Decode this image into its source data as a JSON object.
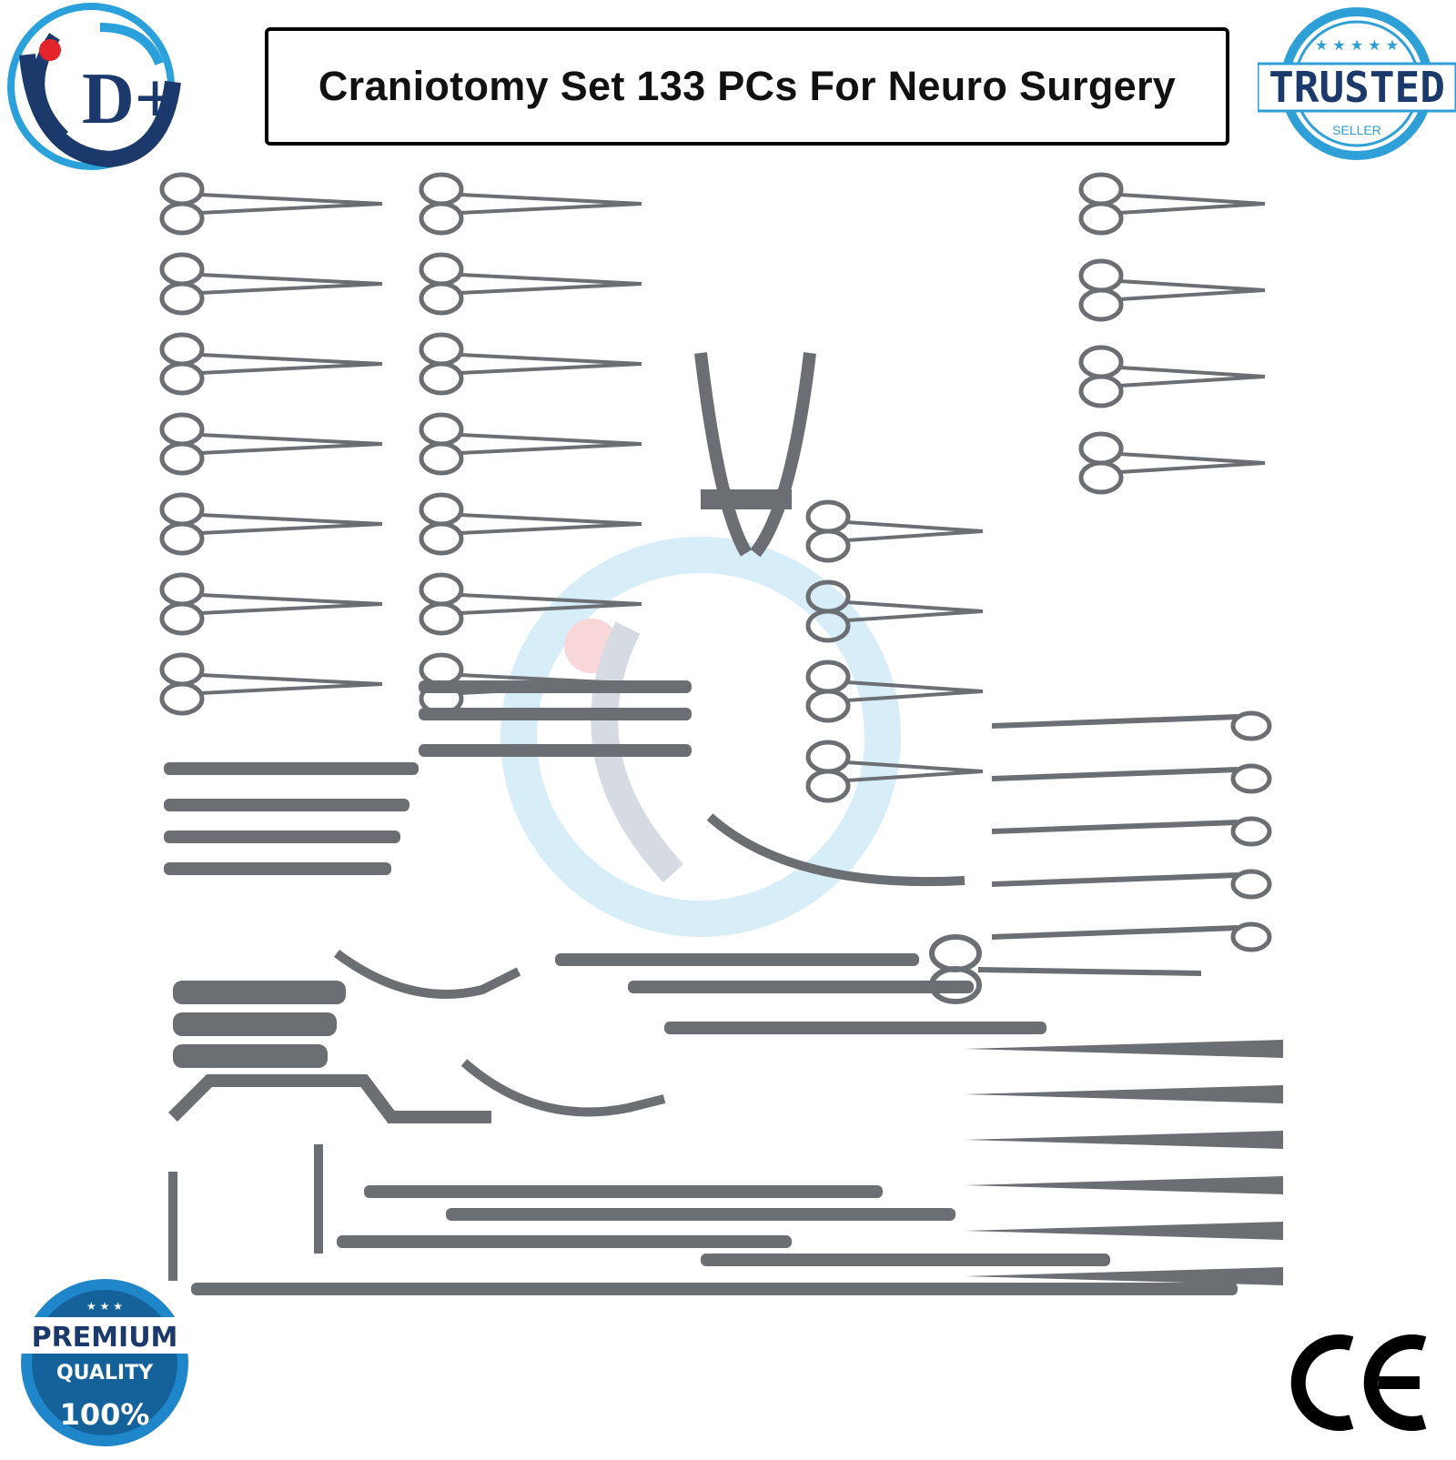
{
  "title": "Craniotomy Set 133 PCs For Neuro Surgery",
  "brand_logo": {
    "icon": "brand-logo-icon",
    "text": "D+",
    "colors": {
      "navy": "#1b3a6b",
      "blue": "#2aa1db",
      "red": "#e3242b"
    }
  },
  "trusted_badge": {
    "icon": "trusted-seller-badge-icon",
    "main": "TRUSTED",
    "sub": "SELLER",
    "color": "#2f9fd8"
  },
  "premium_badge": {
    "icon": "premium-quality-badge-icon",
    "line1": "PREMIUM",
    "line2": "QUALITY",
    "percent": "100%",
    "color": "#1f86c9"
  },
  "ce_mark": {
    "icon": "ce-mark-icon",
    "text": "CE"
  },
  "instruments": {
    "icon": "surgical-instruments-photo",
    "metal_color": "#6b6f73"
  }
}
